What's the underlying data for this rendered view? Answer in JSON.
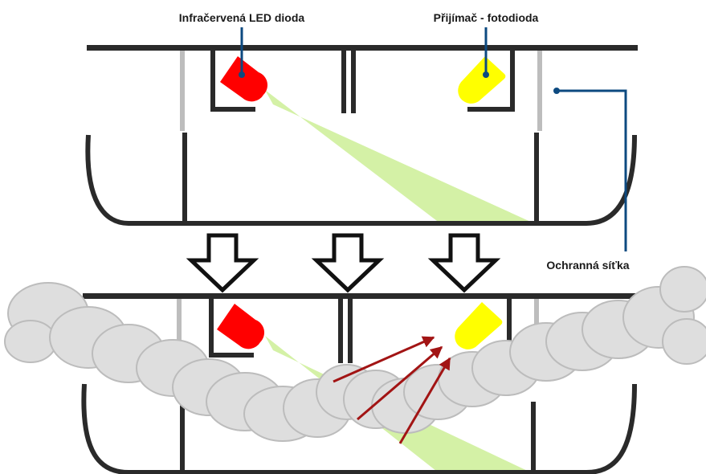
{
  "labels": {
    "led": "Infračervená LED dioda",
    "receiver": "Přijímač - fotodioda",
    "mesh": "Ochranná síťka"
  },
  "colors": {
    "frame": "#2a2a2a",
    "mesh": "#bdbdbd",
    "led": "#ff0000",
    "receiver": "#ffff00",
    "beam": "#d4f1a6",
    "callout": "#0d4a80",
    "smoke_fill": "#dedede",
    "smoke_stroke": "#bcbcbc",
    "scatter_arrow": "#a21414"
  },
  "icons": [
    "down-arrow-icon",
    "smoke-cloud",
    "scatter-arrow-icon"
  ]
}
